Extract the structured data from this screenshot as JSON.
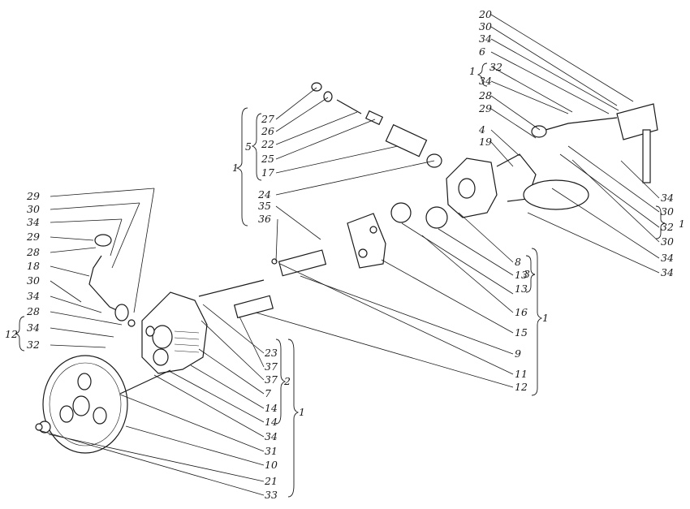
{
  "labels": {
    "top_right_a": [
      "20",
      "30",
      "34",
      "6",
      "32",
      "34",
      "28",
      "29",
      "4",
      "19"
    ],
    "top_right_b": [
      "34",
      "30",
      "32",
      "30",
      "34",
      "34"
    ],
    "top_right_group_num": "1",
    "top_right_bracket_num": "1",
    "top_mid": [
      "27",
      "26",
      "22",
      "25",
      "17"
    ],
    "top_mid_group_a": "5",
    "top_mid_group_b": "1",
    "mid_top": [
      "24",
      "35",
      "36"
    ],
    "mid_right": [
      "8",
      "13",
      "13",
      "16",
      "15",
      "9",
      "11",
      "12"
    ],
    "mid_right_group_a": "3",
    "mid_right_group_b": "1",
    "left_upper": [
      "29",
      "30",
      "34",
      "29",
      "28",
      "18",
      "30",
      "34",
      "28",
      "34",
      "32"
    ],
    "left_group_a": "1",
    "left_group_b": "2",
    "bottom_mid": [
      "23",
      "37",
      "37",
      "7",
      "14",
      "14",
      "34",
      "31",
      "10",
      "21",
      "33"
    ],
    "bottom_group_a": "2",
    "bottom_group_b": "1"
  }
}
